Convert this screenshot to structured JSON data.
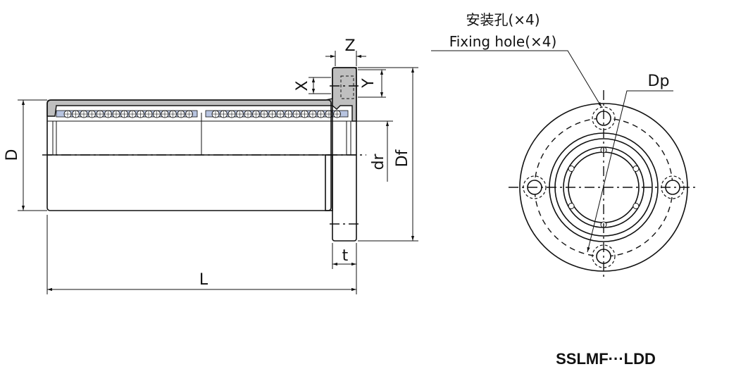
{
  "dimensions": {
    "D": "D",
    "L": "L",
    "t": "t",
    "Z": "Z",
    "X": "X",
    "Y": "Y",
    "dr": "dr",
    "Df": "Df",
    "Dp": "Dp"
  },
  "fixing_hole": {
    "label_cn": "安装孔(×4)",
    "label_en": "Fixing hole(×4)"
  },
  "model": "SSLMF···LDD",
  "colors": {
    "housing": "#bfbfbf",
    "retainer": "#b8c4e0",
    "line": "#111111"
  }
}
